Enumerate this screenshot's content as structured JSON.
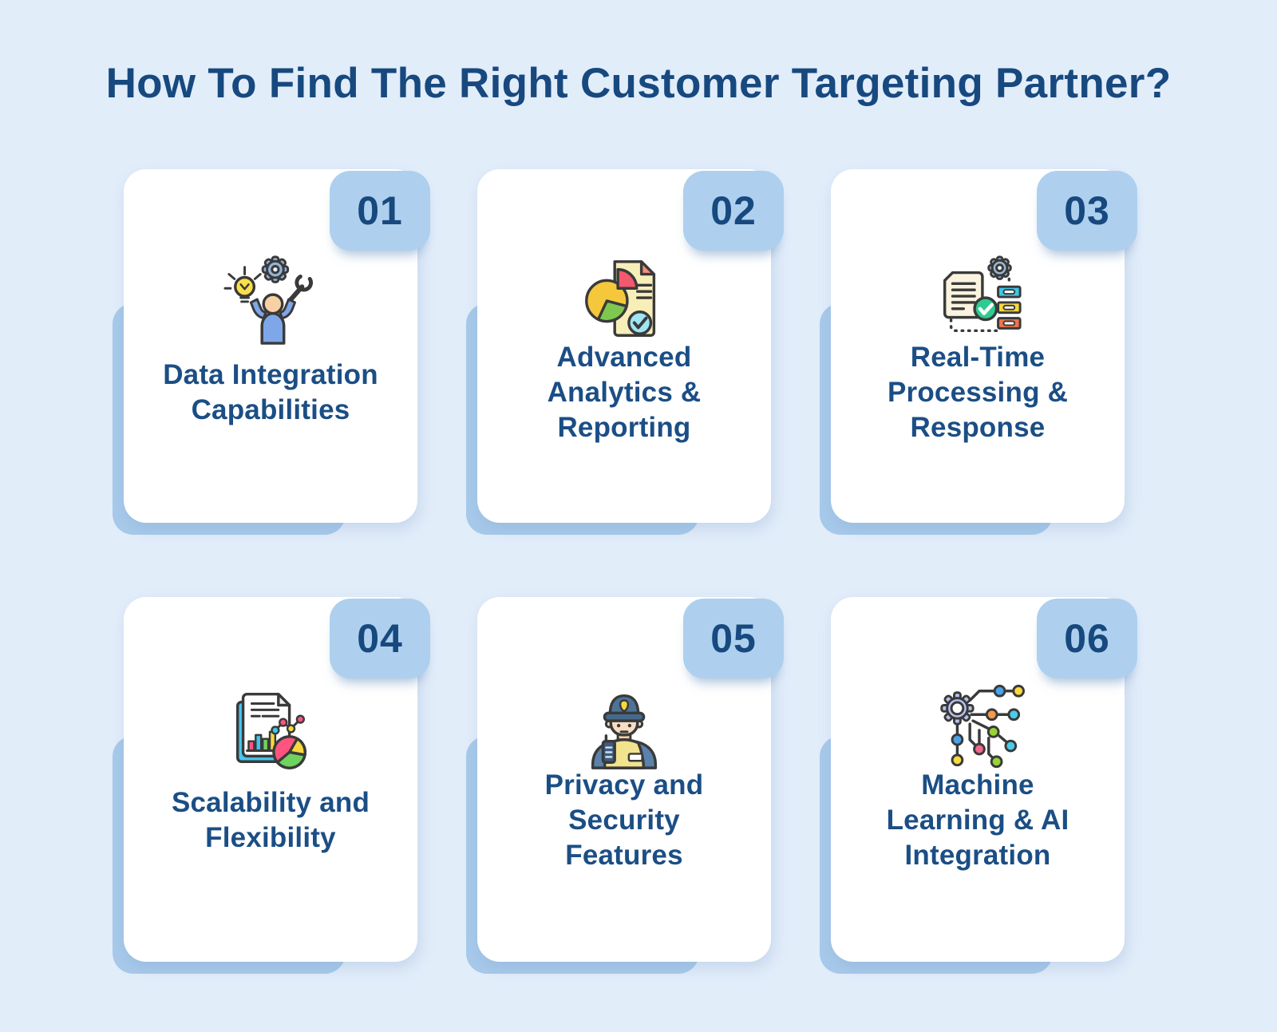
{
  "page": {
    "title": "How To Find The Right Customer Targeting Partner?"
  },
  "colors": {
    "background": "#e2edfa",
    "card": "#ffffff",
    "card_shadow": "#a7c9ea",
    "badge": "#aed0ee",
    "heading": "#17497f",
    "card_text": "#1b4e85"
  },
  "cards": [
    {
      "number": "01",
      "title": "Data Integration\nCapabilities",
      "icon": "innovation-person-icon"
    },
    {
      "number": "02",
      "title": "Advanced\nAnalytics &\nReporting",
      "icon": "pie-report-icon"
    },
    {
      "number": "03",
      "title": "Real-Time\nProcessing &\nResponse",
      "icon": "workflow-document-icon"
    },
    {
      "number": "04",
      "title": "Scalability and\nFlexibility",
      "icon": "charts-document-icon"
    },
    {
      "number": "05",
      "title": "Privacy and\nSecurity\nFeatures",
      "icon": "security-guard-icon"
    },
    {
      "number": "06",
      "title": "Machine\nLearning & AI\nIntegration",
      "icon": "ai-circuit-icon"
    }
  ]
}
